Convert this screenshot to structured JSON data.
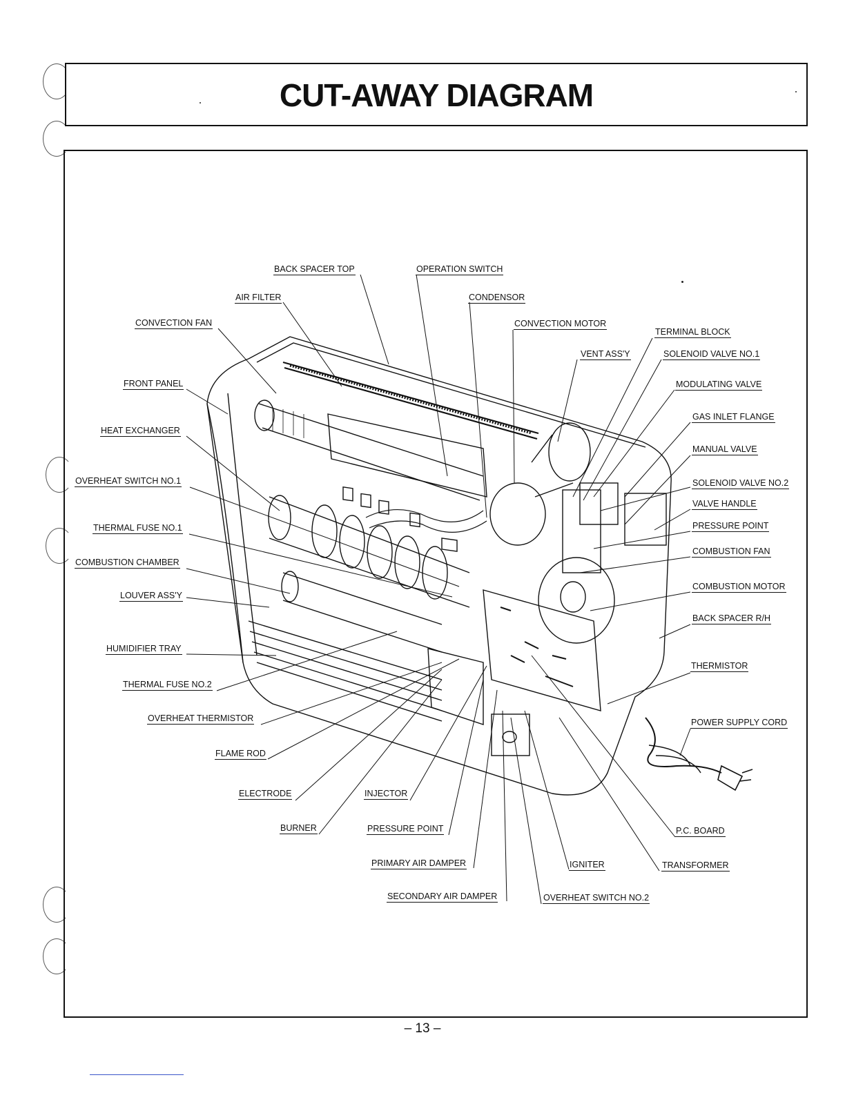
{
  "title": "CUT-AWAY DIAGRAM",
  "page_number": "– 13 –",
  "labels": {
    "back_spacer_top": "BACK SPACER TOP",
    "operation_switch": "OPERATION SWITCH",
    "air_filter": "AIR FILTER",
    "condensor": "CONDENSOR",
    "convection_fan": "CONVECTION FAN",
    "convection_motor": "CONVECTION MOTOR",
    "terminal_block": "TERMINAL BLOCK",
    "vent_assy": "VENT ASS'Y",
    "solenoid_valve_1": "SOLENOID VALVE NO.1",
    "front_panel": "FRONT PANEL",
    "modulating_valve": "MODULATING VALVE",
    "gas_inlet_flange": "GAS INLET FLANGE",
    "heat_exchanger": "HEAT EXCHANGER",
    "manual_valve": "MANUAL VALVE",
    "overheat_switch_1": "OVERHEAT SWITCH NO.1",
    "solenoid_valve_2": "SOLENOID VALVE NO.2",
    "valve_handle": "VALVE HANDLE",
    "thermal_fuse_1": "THERMAL FUSE NO.1",
    "pressure_point_right": "PRESSURE POINT",
    "combustion_fan": "COMBUSTION FAN",
    "combustion_chamber": "COMBUSTION CHAMBER",
    "combustion_motor": "COMBUSTION MOTOR",
    "louver_assy": "LOUVER ASS'Y",
    "back_spacer_rh": "BACK SPACER R/H",
    "humidifier_tray": "HUMIDIFIER TRAY",
    "thermistor": "THERMISTOR",
    "thermal_fuse_2": "THERMAL FUSE NO.2",
    "overheat_thermistor": "OVERHEAT THERMISTOR",
    "power_supply_cord": "POWER SUPPLY CORD",
    "flame_rod": "FLAME ROD",
    "electrode": "ELECTRODE",
    "injector": "INJECTOR",
    "burner": "BURNER",
    "pressure_point_bottom": "PRESSURE POINT",
    "pc_board": "P.C. BOARD",
    "primary_air_damper": "PRIMARY AIR DAMPER",
    "igniter": "IGNITER",
    "transformer": "TRANSFORMER",
    "secondary_air_damper": "SECONDARY AIR DAMPER",
    "overheat_switch_2": "OVERHEAT SWITCH NO.2"
  }
}
